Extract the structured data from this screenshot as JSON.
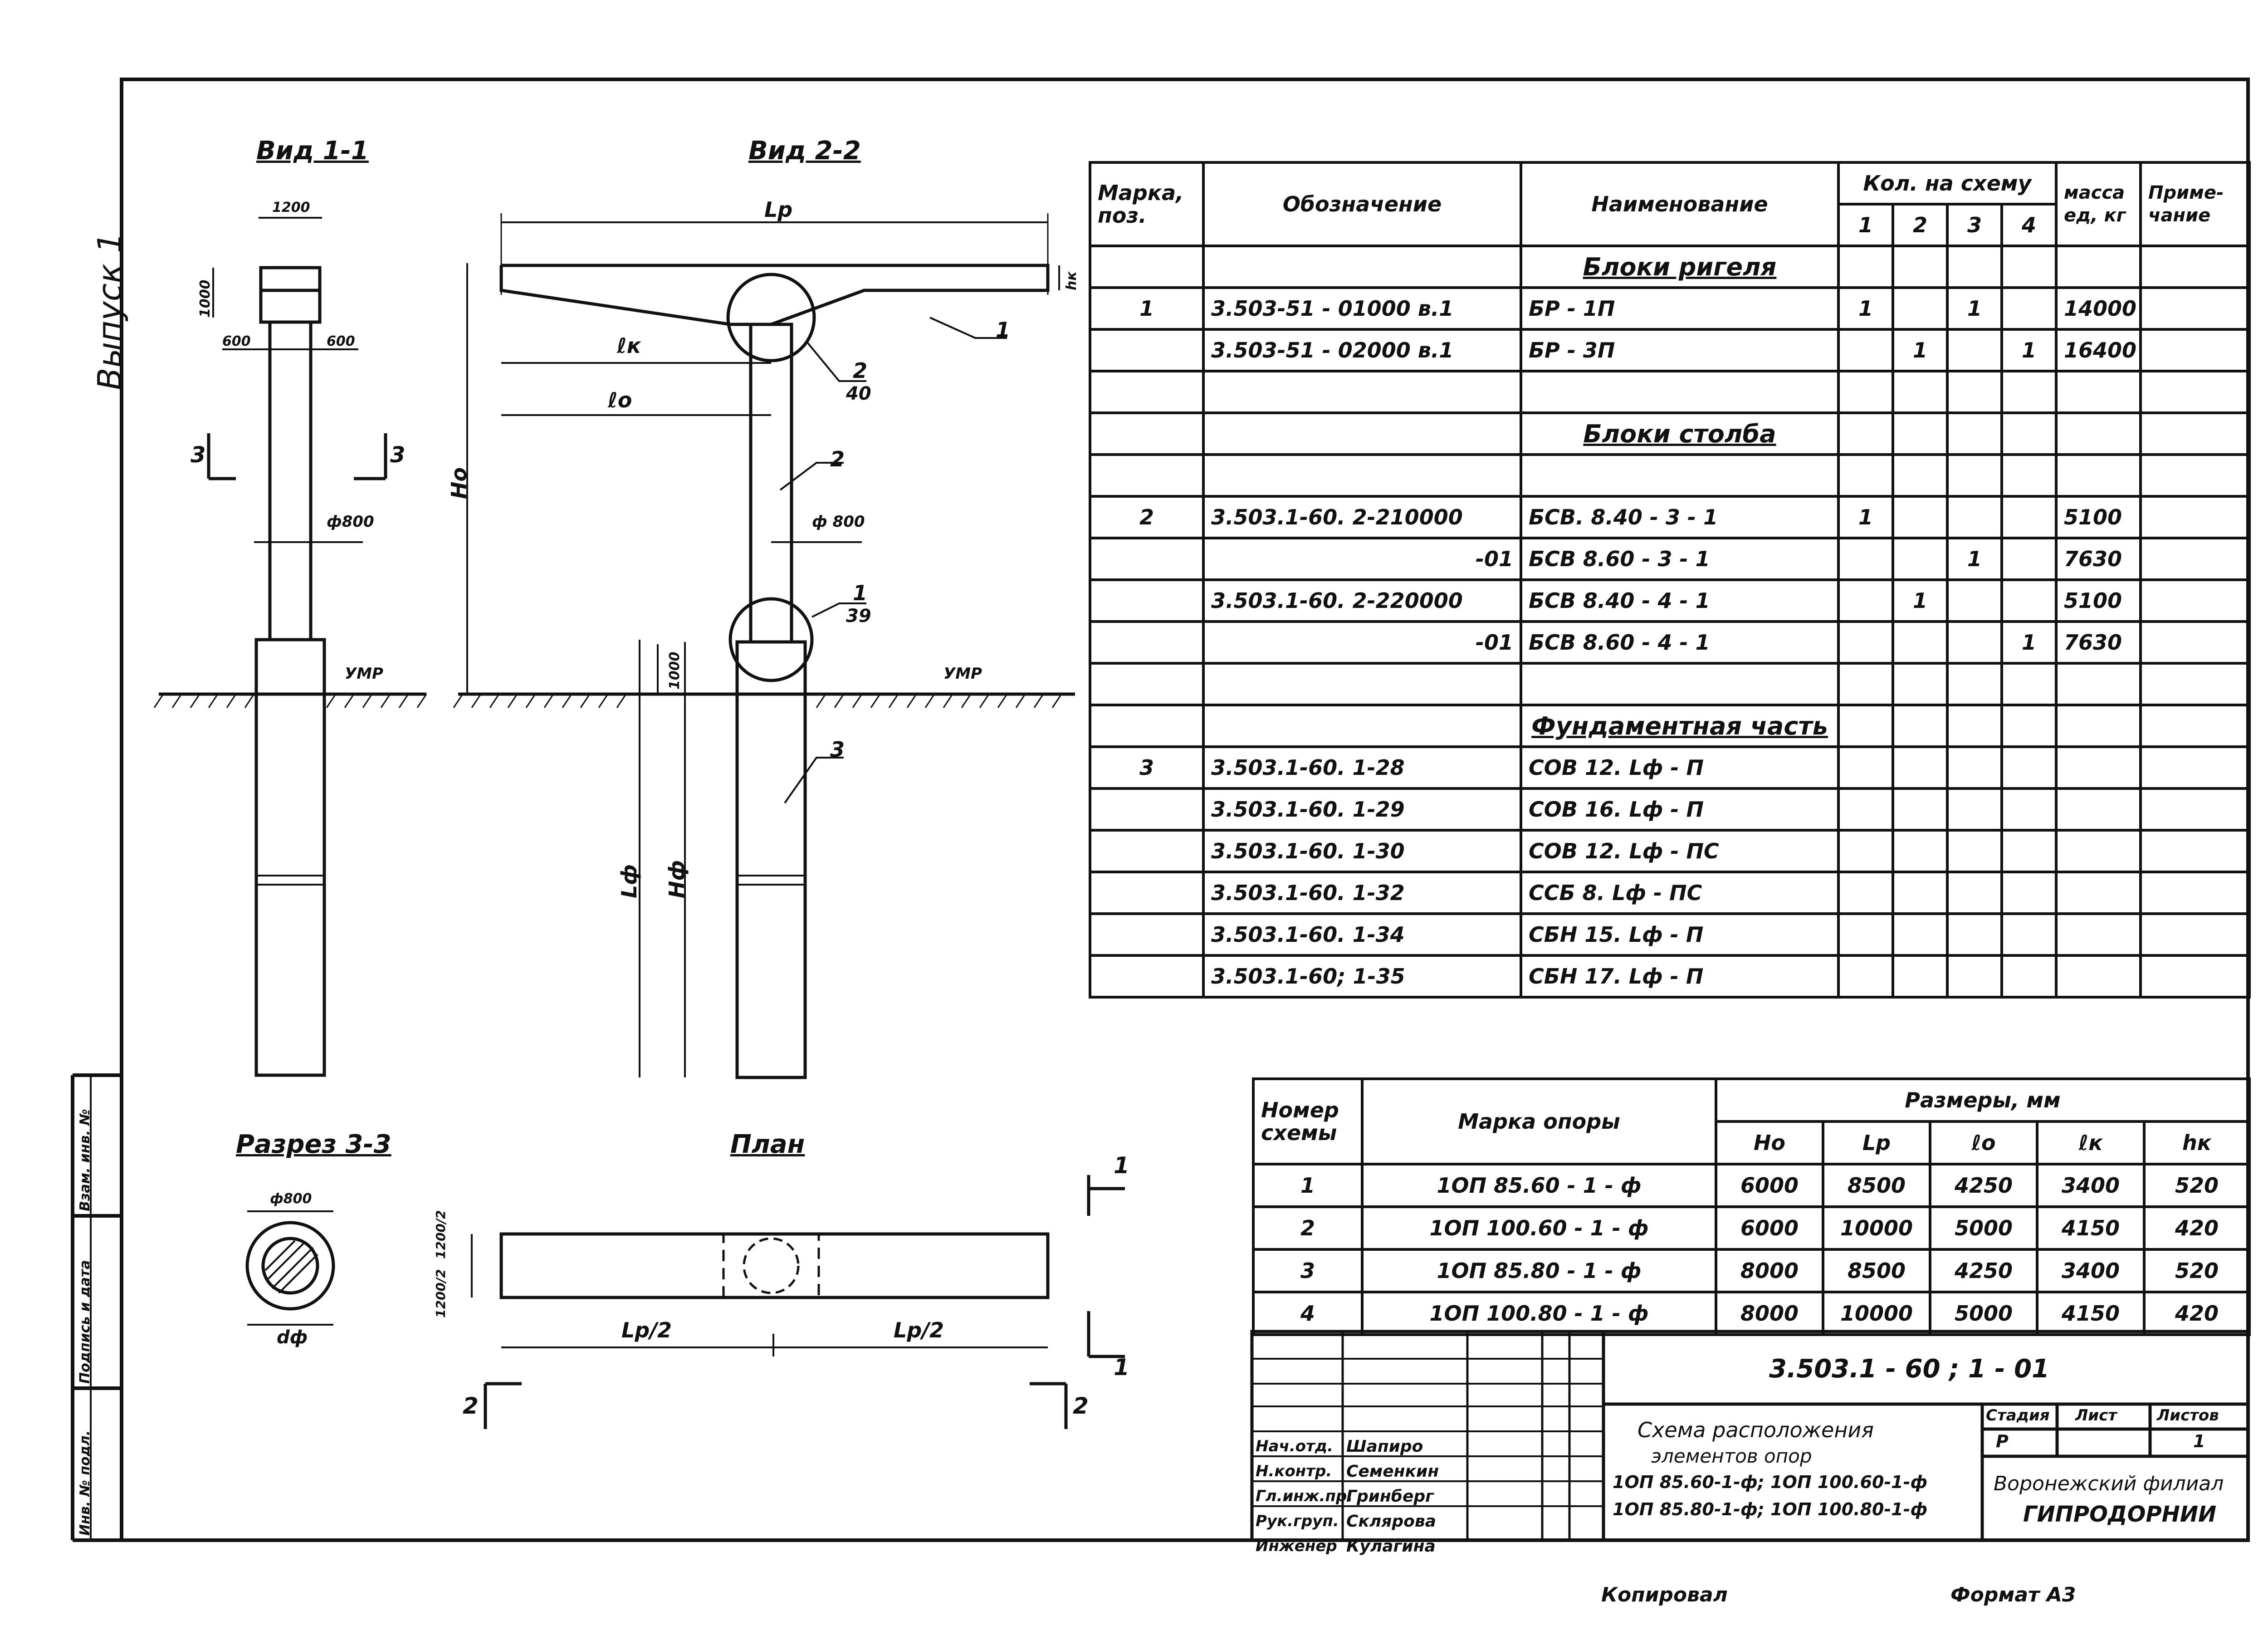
{
  "sheet_label": "Выпуск 1",
  "view_1_title": "Вид 1-1",
  "view_2_title": "Вид 2-2",
  "section_title": "Разрез 3-3",
  "plan_title": "План",
  "drawing_labels": {
    "w1200": "1200",
    "h1000": "1000",
    "w600a": "600",
    "w600b": "600",
    "d800_a": "ф800",
    "d800_b": "ф 800",
    "d800_c": "ф800",
    "ymp_a": "УМР",
    "ymp_b": "УМР",
    "lr": "Lр",
    "hk": "hк",
    "lk": "ℓк",
    "lo": "ℓо",
    "ho": "Hо",
    "lf": "Lф",
    "hf": "Hф",
    "h1000b": "1000",
    "df": "dф",
    "pos1": "1",
    "pos2": "2",
    "pos3": "3",
    "call_2": "2",
    "call_40": "40",
    "call_1": "1",
    "call_39": "39",
    "cut3_left": "3",
    "cut3_right": "3",
    "plan_lr2_a": "Lр/2",
    "plan_lr2_b": "Lр/2",
    "plan_1200_2a": "1200/2",
    "plan_1200_2b": "1200/2",
    "arrow_1a": "1",
    "arrow_1b": "1",
    "arrow_2a": "2",
    "arrow_2b": "2"
  },
  "spec_table": {
    "headers": {
      "mark": "Марка, поз.",
      "designation": "Обозначение",
      "name": "Наименование",
      "qty": "Кол. на схему",
      "qty_cols": [
        "1",
        "2",
        "3",
        "4"
      ],
      "mass": "масса ед, кг",
      "note": "Приме- чание"
    },
    "rows": [
      {
        "mark": "",
        "designation": "",
        "name": "Блоки ригеля",
        "q1": "",
        "q2": "",
        "q3": "",
        "q4": "",
        "mass": "",
        "section": true
      },
      {
        "mark": "1",
        "designation": "3.503-51 - 01000   в.1",
        "name": "БР - 1П",
        "q1": "1",
        "q2": "",
        "q3": "1",
        "q4": "",
        "mass": "14000"
      },
      {
        "mark": "",
        "designation": "3.503-51 - 02000   в.1",
        "name": "БР - 3П",
        "q1": "",
        "q2": "1",
        "q3": "",
        "q4": "1",
        "mass": "16400"
      },
      {
        "mark": "",
        "designation": "",
        "name": "",
        "q1": "",
        "q2": "",
        "q3": "",
        "q4": "",
        "mass": ""
      },
      {
        "mark": "",
        "designation": "",
        "name": "Блоки столба",
        "q1": "",
        "q2": "",
        "q3": "",
        "q4": "",
        "mass": "",
        "section": true
      },
      {
        "mark": "",
        "designation": "",
        "name": "",
        "q1": "",
        "q2": "",
        "q3": "",
        "q4": "",
        "mass": ""
      },
      {
        "mark": "2",
        "designation": "3.503.1-60. 2-210000",
        "name": "БСВ. 8.40 - 3 - 1",
        "q1": "1",
        "q2": "",
        "q3": "",
        "q4": "",
        "mass": "5100"
      },
      {
        "mark": "",
        "designation": "-01",
        "name": "БСВ 8.60 - 3 - 1",
        "q1": "",
        "q2": "",
        "q3": "1",
        "q4": "",
        "mass": "7630",
        "right": true
      },
      {
        "mark": "",
        "designation": "3.503.1-60. 2-220000",
        "name": "БСВ 8.40 - 4 - 1",
        "q1": "",
        "q2": "1",
        "q3": "",
        "q4": "",
        "mass": "5100"
      },
      {
        "mark": "",
        "designation": "-01",
        "name": "БСВ 8.60 - 4 - 1",
        "q1": "",
        "q2": "",
        "q3": "",
        "q4": "1",
        "mass": "7630",
        "right": true
      },
      {
        "mark": "",
        "designation": "",
        "name": "",
        "q1": "",
        "q2": "",
        "q3": "",
        "q4": "",
        "mass": ""
      },
      {
        "mark": "",
        "designation": "",
        "name": "Фундаментная часть",
        "q1": "",
        "q2": "",
        "q3": "",
        "q4": "",
        "mass": "",
        "section": true
      },
      {
        "mark": "3",
        "designation": "3.503.1-60. 1-28",
        "name": "СОВ 12. Lф - П",
        "q1": "",
        "q2": "",
        "q3": "",
        "q4": "",
        "mass": ""
      },
      {
        "mark": "",
        "designation": "3.503.1-60. 1-29",
        "name": "СОВ 16. Lф - П",
        "q1": "",
        "q2": "",
        "q3": "",
        "q4": "",
        "mass": ""
      },
      {
        "mark": "",
        "designation": "3.503.1-60. 1-30",
        "name": "СОВ 12. Lф - ПС",
        "q1": "",
        "q2": "",
        "q3": "",
        "q4": "",
        "mass": ""
      },
      {
        "mark": "",
        "designation": "3.503.1-60. 1-32",
        "name": "ССБ 8. Lф - ПС",
        "q1": "",
        "q2": "",
        "q3": "",
        "q4": "",
        "mass": ""
      },
      {
        "mark": "",
        "designation": "3.503.1-60. 1-34",
        "name": "СБН 15. Lф - П",
        "q1": "",
        "q2": "",
        "q3": "",
        "q4": "",
        "mass": ""
      },
      {
        "mark": "",
        "designation": "3.503.1-60; 1-35",
        "name": "СБН 17. Lф - П",
        "q1": "",
        "q2": "",
        "q3": "",
        "q4": "",
        "mass": ""
      }
    ]
  },
  "dims_table": {
    "headers": {
      "scheme": "Номер схемы",
      "mark": "Марка опоры",
      "sizes": "Размеры, мм",
      "cols": [
        "Hо",
        "Lр",
        "ℓо",
        "ℓк",
        "hк"
      ]
    },
    "rows": [
      {
        "scheme": "1",
        "mark": "1ОП 85.60 - 1 - ф",
        "ho": "6000",
        "lr": "8500",
        "lo": "4250",
        "lk": "3400",
        "hk": "520"
      },
      {
        "scheme": "2",
        "mark": "1ОП 100.60 - 1 - ф",
        "ho": "6000",
        "lr": "10000",
        "lo": "5000",
        "lk": "4150",
        "hk": "420"
      },
      {
        "scheme": "3",
        "mark": "1ОП 85.80 - 1 - ф",
        "ho": "8000",
        "lr": "8500",
        "lo": "4250",
        "lk": "3400",
        "hk": "520"
      },
      {
        "scheme": "4",
        "mark": "1ОП 100.80 - 1 - ф",
        "ho": "8000",
        "lr": "10000",
        "lo": "5000",
        "lk": "4150",
        "hk": "420"
      }
    ]
  },
  "title_block": {
    "doc_code": "3.503.1 - 60 ; 1 - 01",
    "roles": [
      {
        "role": "Нач.отд.",
        "name": "Шапиро"
      },
      {
        "role": "Н.контр.",
        "name": "Семенкин"
      },
      {
        "role": "Гл.инж.пр.",
        "name": "Гринберг"
      },
      {
        "role": "Рук.груп.",
        "name": "Склярова"
      },
      {
        "role": "Инженер",
        "name": "Кулагина"
      }
    ],
    "title_lines": [
      "Схема расположения",
      "элементов опор",
      "1ОП 85.60-1-ф; 1ОП 100.60-1-ф",
      "1ОП 85.80-1-ф; 1ОП 100.80-1-ф"
    ],
    "stage_label": "Стадия",
    "sheet_label": "Лист",
    "sheets_label": "Листов",
    "stage": "Р",
    "sheet": "",
    "sheets": "1",
    "org_line1": "Воронежский филиал",
    "org_line2": "ГИПРОДОРНИИ"
  },
  "side_stamp": {
    "inv_orig": "Инв. № подл.",
    "sign_date": "Подпись и дата",
    "inv_dup": "Взам. инв. №"
  },
  "footer": {
    "copied": "Копировал",
    "format": "Формат А3"
  }
}
